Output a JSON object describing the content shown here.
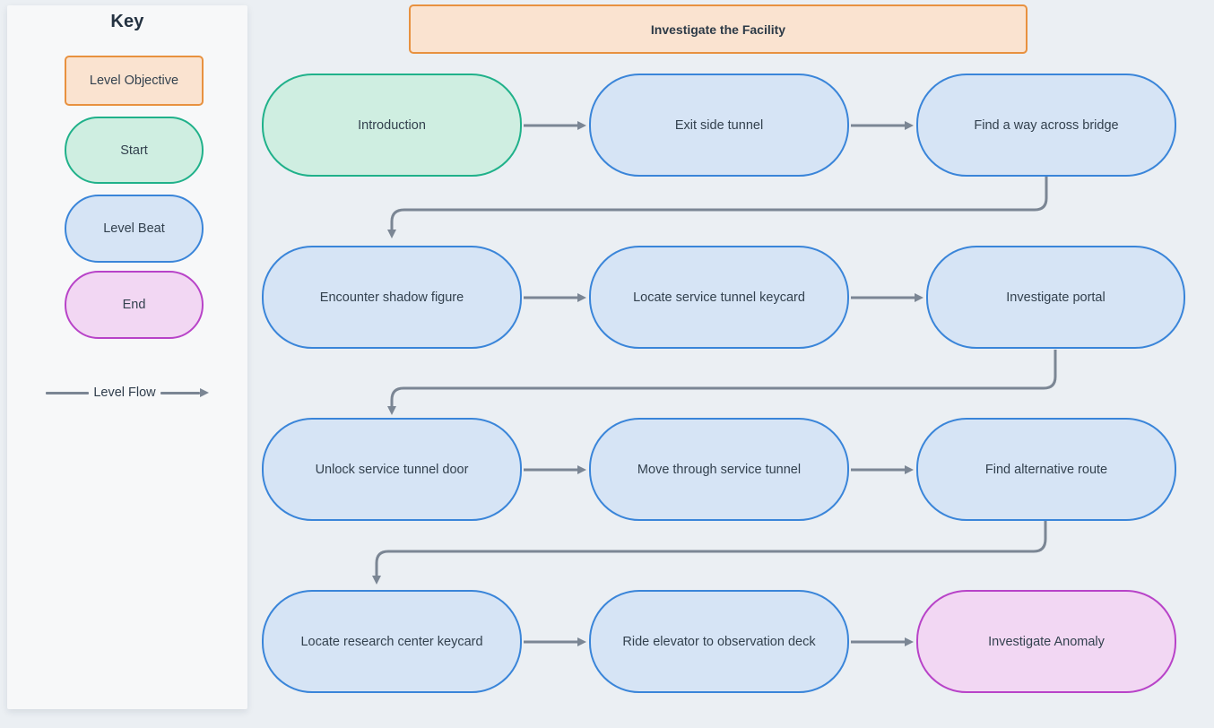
{
  "colors": {
    "background": "#ebeff3",
    "panel": "#f7f8f9",
    "objective_fill": "#fae3d0",
    "objective_border": "#e8913f",
    "start_fill": "#cfeee1",
    "start_border": "#20b18a",
    "beat_fill": "#d6e4f5",
    "beat_border": "#3a85d9",
    "end_fill": "#f2d7f3",
    "end_border": "#b843c8",
    "arrow": "#7b8694",
    "text": "#33414e"
  },
  "key_panel": {
    "title": "Key",
    "items": [
      {
        "label": "Level Objective",
        "type": "objective"
      },
      {
        "label": "Start",
        "type": "start"
      },
      {
        "label": "Level Beat",
        "type": "beat"
      },
      {
        "label": "End",
        "type": "end"
      }
    ],
    "flow_label": "Level Flow"
  },
  "flowchart": {
    "objective_banner": "Investigate the Facility",
    "rows": [
      {
        "nodes": [
          {
            "label": "Introduction",
            "type": "start"
          },
          {
            "label": "Exit side tunnel",
            "type": "beat"
          },
          {
            "label": "Find a way across bridge",
            "type": "beat"
          }
        ]
      },
      {
        "nodes": [
          {
            "label": "Encounter shadow figure",
            "type": "beat"
          },
          {
            "label": "Locate service tunnel keycard",
            "type": "beat"
          },
          {
            "label": "Investigate portal",
            "type": "beat"
          }
        ]
      },
      {
        "nodes": [
          {
            "label": "Unlock service tunnel door",
            "type": "beat"
          },
          {
            "label": "Move through service tunnel",
            "type": "beat"
          },
          {
            "label": "Find alternative route",
            "type": "beat"
          }
        ]
      },
      {
        "nodes": [
          {
            "label": "Locate research center keycard",
            "type": "beat"
          },
          {
            "label": "Ride elevator to observation deck",
            "type": "beat"
          },
          {
            "label": "Investigate Anomaly",
            "type": "end"
          }
        ]
      }
    ]
  }
}
